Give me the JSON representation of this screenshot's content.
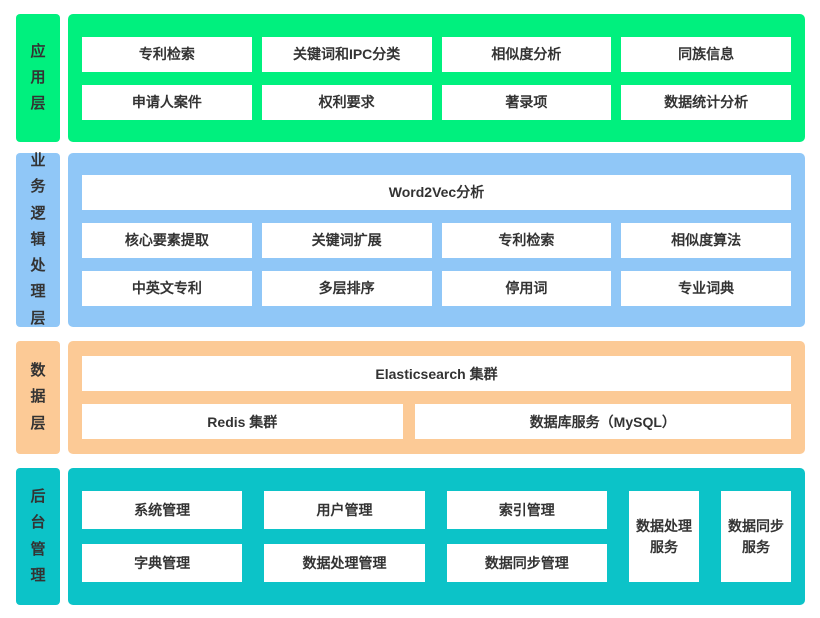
{
  "colors": {
    "application": "#00F07E",
    "business": "#90C7F7",
    "data": "#FCCA96",
    "admin": "#0CC3C8",
    "box_bg": "#FFFFFF",
    "text": "#333333",
    "page_bg": "#FFFFFF"
  },
  "layers": [
    {
      "id": "application",
      "label": "应用层",
      "rows": [
        [
          "专利检索",
          "关键词和IPC分类",
          "相似度分析",
          "同族信息"
        ],
        [
          "申请人案件",
          "权利要求",
          "著录项",
          "数据统计分析"
        ]
      ]
    },
    {
      "id": "business-logic",
      "label": "业务逻辑处理层",
      "rows": [
        [
          "Word2Vec分析"
        ],
        [
          "核心要素提取",
          "关键词扩展",
          "专利检索",
          "相似度算法"
        ],
        [
          "中英文专利",
          "多层排序",
          "停用词",
          "专业词典"
        ]
      ]
    },
    {
      "id": "data",
      "label": "数据层",
      "rows": [
        [
          "Elasticsearch 集群"
        ],
        [
          "Redis 集群",
          "数据库服务（MySQL）"
        ]
      ]
    },
    {
      "id": "admin",
      "label": "后台管理",
      "rows": [
        [
          "系统管理",
          "用户管理",
          "索引管理"
        ],
        [
          "字典管理",
          "数据处理管理",
          "数据同步管理"
        ]
      ],
      "tall_boxes": [
        "数据处理\n服务",
        "数据同步\n服务"
      ]
    }
  ]
}
